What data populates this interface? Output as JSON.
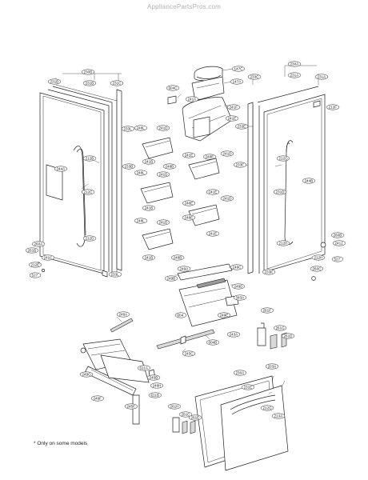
{
  "watermark": "AppliancePartsPros.com",
  "footnote": "* Only on some models",
  "labels": {
    "l230b": "230B",
    "l231b": "231B",
    "l231c": "231C",
    "l231b2": "231B",
    "l233b": "233B",
    "l244a": "244A",
    "l212b": "212B",
    "l212c": "212C",
    "l212d": "212D",
    "l212e": "212E",
    "l241c": "241C",
    "l260a": "260A",
    "l261b": "261B",
    "l527": "527",
    "l233l": "233L",
    "l604c": "604C",
    "l147c": "147C",
    "l147a": "147A",
    "l241a": "241A",
    "l241f": "241F",
    "l241e": "241E",
    "l248l": "248L",
    "l241d": "241D",
    "l241b": "241B",
    "l248b": "248B",
    "l248l2": "248L",
    "l241d2": "241D",
    "l241b2": "241B",
    "l248l3": "248L",
    "l241d3": "241D",
    "l241b3": "241B",
    "l248b2": "248B",
    "l241r1": "241E",
    "l248e1": "248E",
    "l241d4": "241D",
    "l241r2": "241E",
    "l248e2": "248E",
    "l241d5": "241D",
    "l241r3": "241E",
    "l248e3": "248E",
    "l230a": "230A",
    "l233c": "233C",
    "l231a": "231A",
    "l231a2": "231A",
    "l212f": "212F",
    "l233e": "233E",
    "l233f": "233F",
    "l244b": "244B",
    "l231d": "231D",
    "l212g": "212G",
    "l212h": "212H",
    "l260b": "260B",
    "l241j": "241J",
    "l527b": "527",
    "l260c": "260C",
    "l233k": "233K",
    "l249a": "249A",
    "l249c": "249C",
    "l249b": "249B",
    "l249d": "249D",
    "l249e": "249E",
    "l343a": "343A",
    "l604": "604",
    "l248a": "248A",
    "l249f": "249F",
    "l245c": "245C",
    "l604b": "604B",
    "l243a": "243A",
    "l611a": "611A",
    "l245b": "245B",
    "l249g": "249G",
    "l249h": "249H",
    "l245f": "245F",
    "l611b": "611B",
    "l261f": "261F",
    "l261g": "261G",
    "l261d": "261D",
    "l230a2": "230A",
    "l203a": "203A",
    "l231e": "231E",
    "l212g2": "212G",
    "l213a": "213A",
    "l261h": "261H",
    "l261c": "261C",
    "l261e": "261E"
  }
}
